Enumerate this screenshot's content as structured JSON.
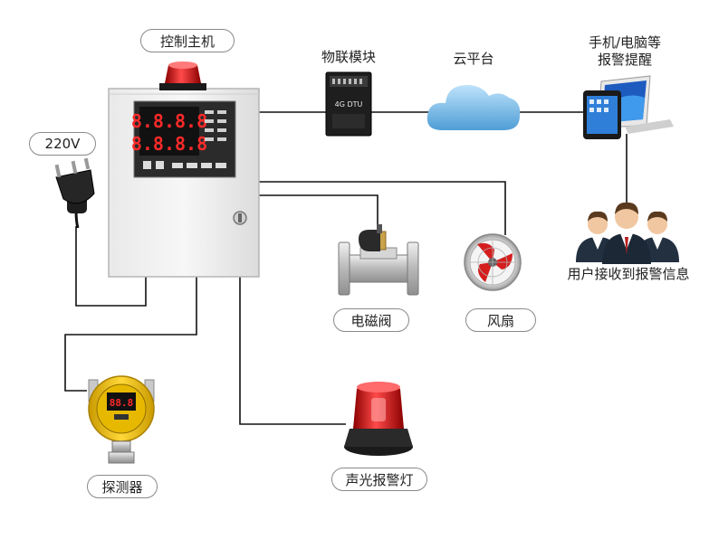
{
  "labels": {
    "controller": "控制主机",
    "power": "220V",
    "iot_module": "物联模块",
    "cloud": "云平台",
    "devices_line1": "手机/电脑等",
    "devices_line2": "报警提醒",
    "users": "用户接收到报警信息",
    "valve": "电磁阀",
    "fan": "风扇",
    "detector": "探测器",
    "alarm_light": "声光报警灯"
  },
  "controller_display": {
    "row1": "8.8.8.8",
    "row2": "8.8.8.8"
  },
  "module_text": "4G DTU",
  "colors": {
    "line": "#111111",
    "display_red": "#ff2a2a",
    "beacon_red": "#e01515",
    "detector_yellow": "#f2c200",
    "cloud_blue": "#5aa7dd",
    "pill_border": "#8a8a8a"
  },
  "icons": [
    "plug-icon",
    "controller-box-icon",
    "iot-module-icon",
    "cloud-icon",
    "tablet-icon",
    "users-icon",
    "valve-icon",
    "fan-icon",
    "detector-icon",
    "alarm-light-icon"
  ]
}
